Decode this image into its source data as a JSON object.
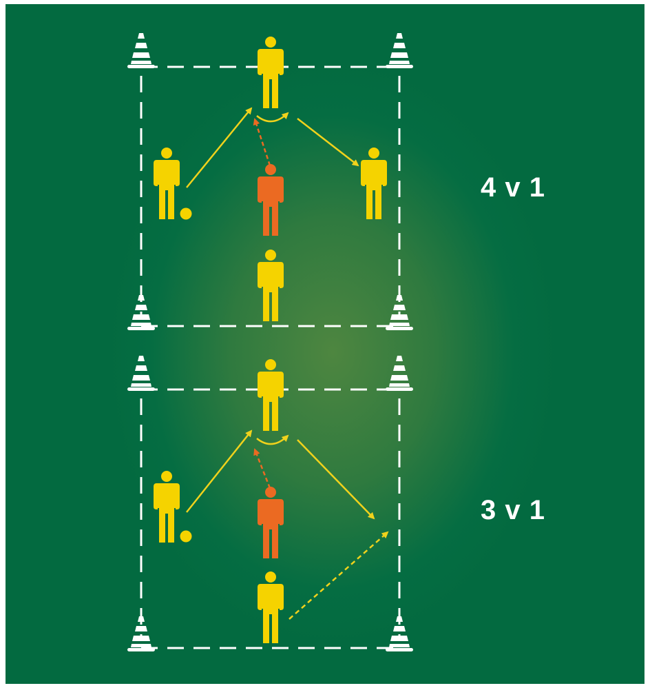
{
  "colors": {
    "field": "#056d42",
    "field_glow": "#4e8640",
    "attacker": "#f5d300",
    "defender": "#eb6a22",
    "ball": "#f5d300",
    "pass_arrow": "#f0d21c",
    "defender_arrow": "#eb6a22",
    "lines": "#ffffff"
  },
  "icons": {
    "player": "player-icon",
    "defender": "defender-icon",
    "cone": "cone-icon",
    "ball": "ball-icon"
  },
  "drills": [
    {
      "id": "top",
      "label": "4 v 1",
      "attackers": 4,
      "defenders": 1
    },
    {
      "id": "bottom",
      "label": "3 v 1",
      "attackers": 3,
      "defenders": 1
    }
  ]
}
